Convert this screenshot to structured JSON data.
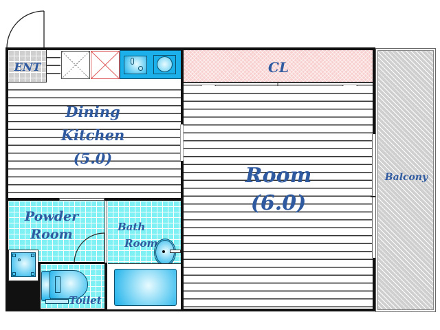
{
  "plan": {
    "rooms": {
      "entrance": {
        "label": "ENT"
      },
      "closet": {
        "label": "CL"
      },
      "dining_kitchen": {
        "line1": "Dining",
        "line2": "Kitchen",
        "size": "(5.0)"
      },
      "room": {
        "line1": "Room",
        "size": "(6.0)"
      },
      "balcony": {
        "label": "Balcony"
      },
      "powder_room": {
        "line1": "Powder",
        "line2": "Room"
      },
      "bath_room": {
        "line1": "Bath",
        "line2": "Room"
      },
      "toilet": {
        "label": "Toilet"
      }
    },
    "colors": {
      "label_text": "#2f5aa0",
      "wet_area_tile": "#7ff0f4",
      "closet_fill": "#f8d0d0",
      "balcony_fill": "#cfcfcf",
      "fixture_blue": "#1bb0ea",
      "kitchen_counter": "#1bb0ea",
      "wall": "#111111"
    }
  }
}
